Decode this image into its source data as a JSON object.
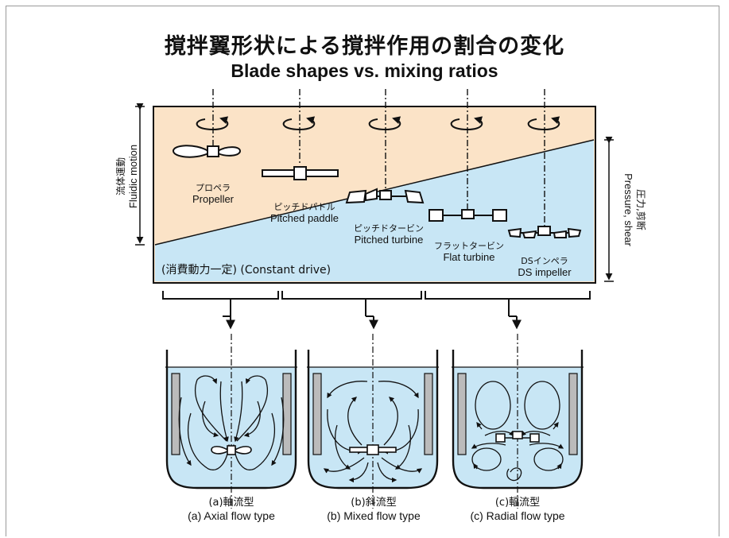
{
  "title_jp": "撹拌翼形状による撹拌作用の割合の変化",
  "title_en": "Blade shapes vs. mixing ratios",
  "left_axis": {
    "jp": "流体運動",
    "en": "Fluidic motion"
  },
  "right_axis": {
    "jp": "圧力,剪断",
    "en": "Pressure, shear"
  },
  "constant_drive": "(消費動力一定) (Constant drive)",
  "impellers": [
    {
      "jp": "プロペラ",
      "en": "Propeller"
    },
    {
      "jp": "ピッチドパドル",
      "en": "Pitched paddle"
    },
    {
      "jp": "ピッチドタービン",
      "en": "Pitched turbine"
    },
    {
      "jp": "フラットタービン",
      "en": "Flat turbine"
    },
    {
      "jp": "DSインペラ",
      "en": "DS impeller"
    }
  ],
  "flow_types": [
    {
      "jp": "(a)軸流型",
      "en": "(a) Axial flow type"
    },
    {
      "jp": "(b)斜流型",
      "en": "(b) Mixed flow type"
    },
    {
      "jp": "(c)輻流型",
      "en": "(c) Radial flow type"
    }
  ],
  "colors": {
    "upper": "#fbe3c7",
    "lower": "#c8e6f5",
    "line": "#111111"
  }
}
